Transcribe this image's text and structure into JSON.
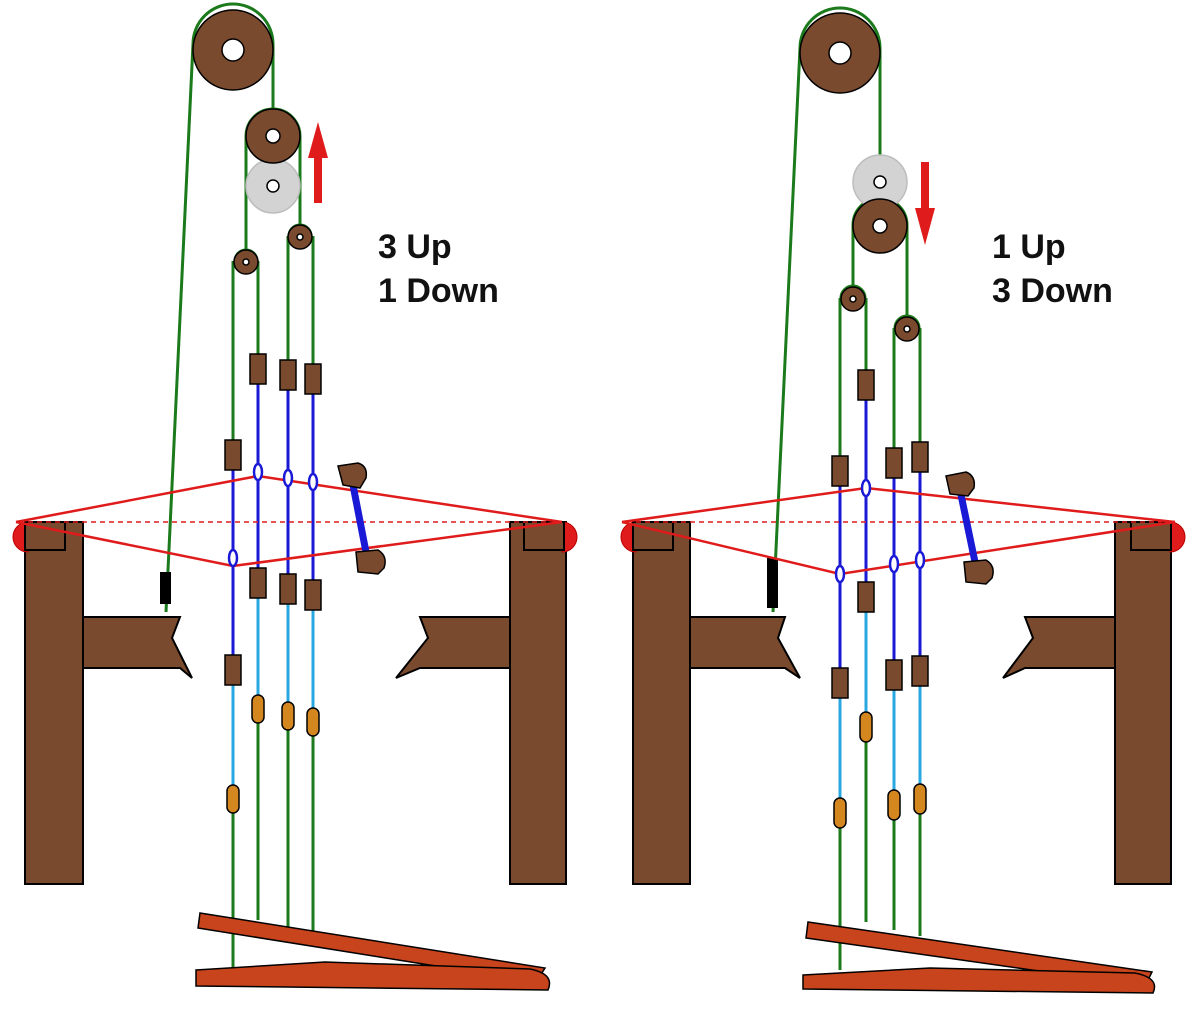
{
  "panels": [
    {
      "id": "left",
      "caption_line1": "3 Up",
      "caption_line2": "1 Down",
      "arrow_direction": "up"
    },
    {
      "id": "right",
      "caption_line1": "1 Up",
      "caption_line2": "3 Down",
      "arrow_direction": "down"
    }
  ],
  "colors": {
    "frame": "#7a4a2e",
    "cord": "#1b7a1b",
    "heddle": "#1a1ad6",
    "heddle_lower": "#29a8e0",
    "warp": "#e01b1b",
    "weight": "#d4871f",
    "treadle": "#c8441c",
    "arrow": "#e01b1b",
    "ghost_pulley": "#d3d3d3"
  }
}
